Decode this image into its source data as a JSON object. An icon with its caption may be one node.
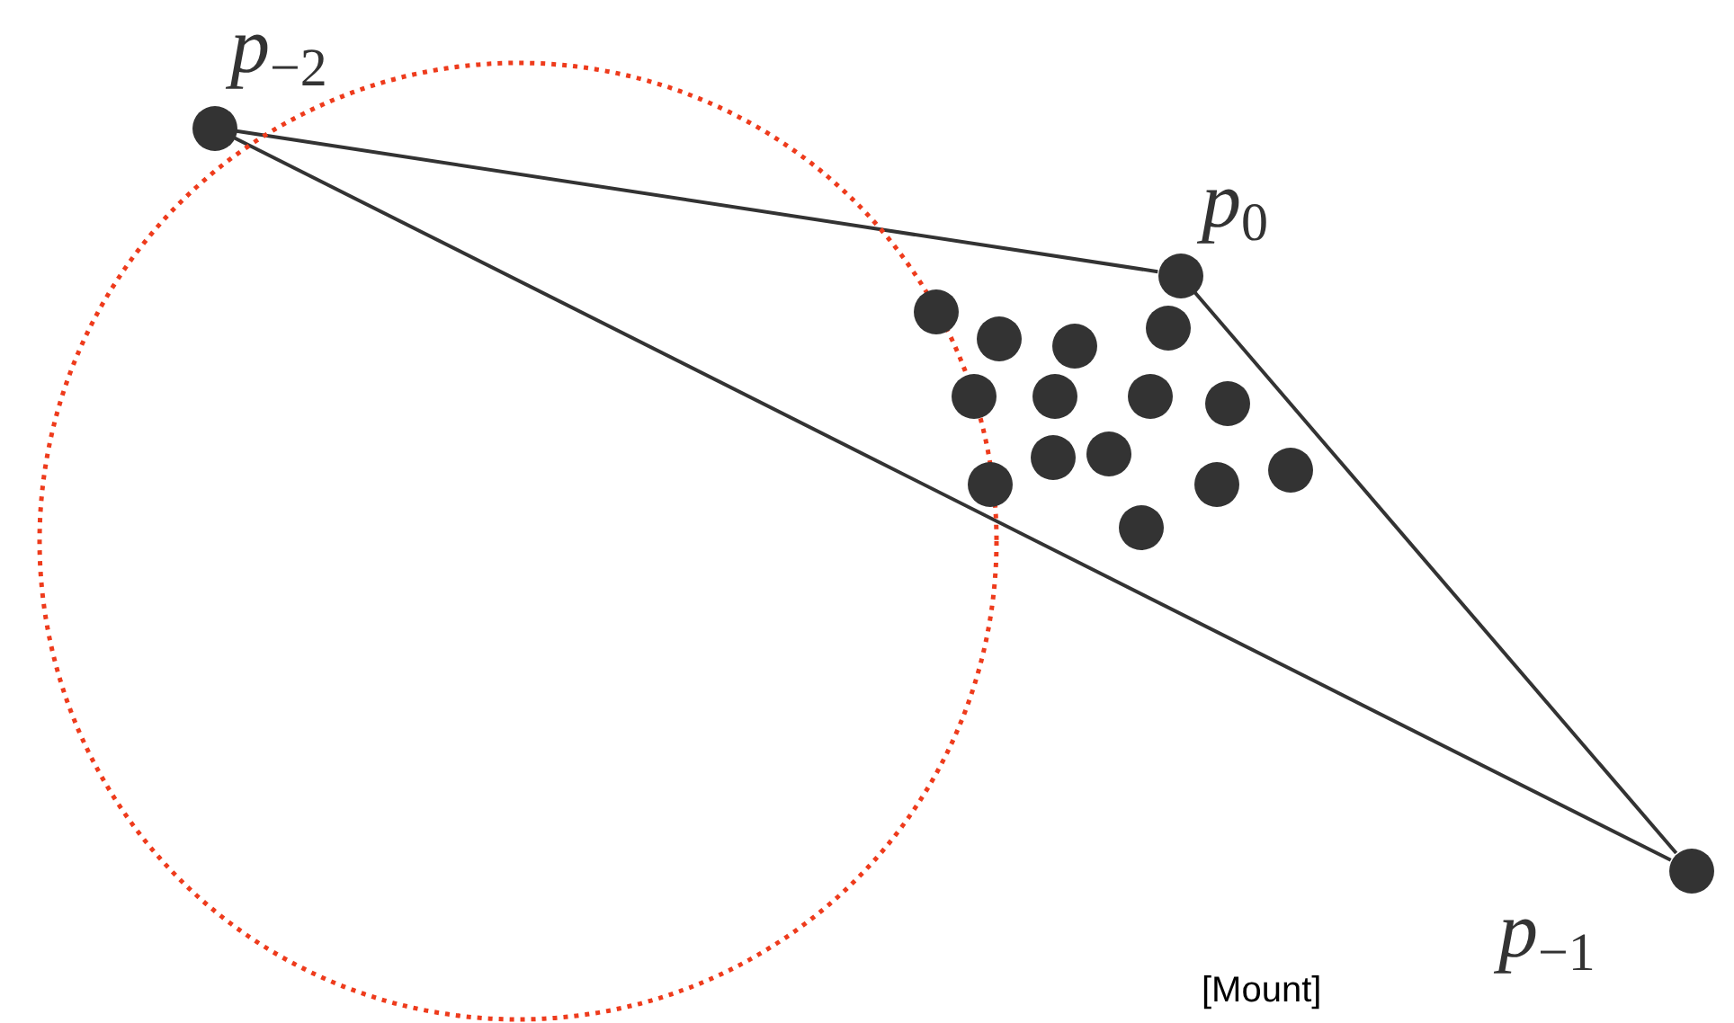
{
  "diagram": {
    "nodes": [
      {
        "text": [
          "*p*$_{−2}$"
        ]
      },
      {
        "text": [
          "*p*$_{0}$"
        ]
      },
      {
        "text": [
          "*p*$_{−1}$"
        ]
      },
      {
        "text": [],
        "shape": "circle"
      },
      {
        "text": [],
        "shape": "circle"
      },
      {
        "text": [],
        "shape": "circle"
      },
      {
        "text": [],
        "shape": "circle"
      },
      {
        "text": [],
        "shape": "circle"
      },
      {
        "text": [],
        "shape": "circle"
      },
      {
        "text": [],
        "shape": "circle"
      },
      {
        "text": [],
        "shape": "circle"
      },
      {
        "text": [],
        "shape": "circle"
      },
      {
        "text": [],
        "shape": "circle"
      },
      {
        "text": [],
        "shape": "circle"
      },
      {
        "text": [],
        "shape": "circle"
      },
      {
        "text": [],
        "shape": "circle"
      },
      {
        "text": [],
        "shape": "circle"
      }
    ],
    "edges": [
      {
        "from": 0,
        "to": 1,
        "arrow": "none"
      },
      {
        "from": 1,
        "to": 2,
        "arrow": "none"
      },
      {
        "from": 0,
        "to": 2,
        "arrow": "none"
      }
    ],
    "labels": [
      "[Mount]"
    ]
  }
}
